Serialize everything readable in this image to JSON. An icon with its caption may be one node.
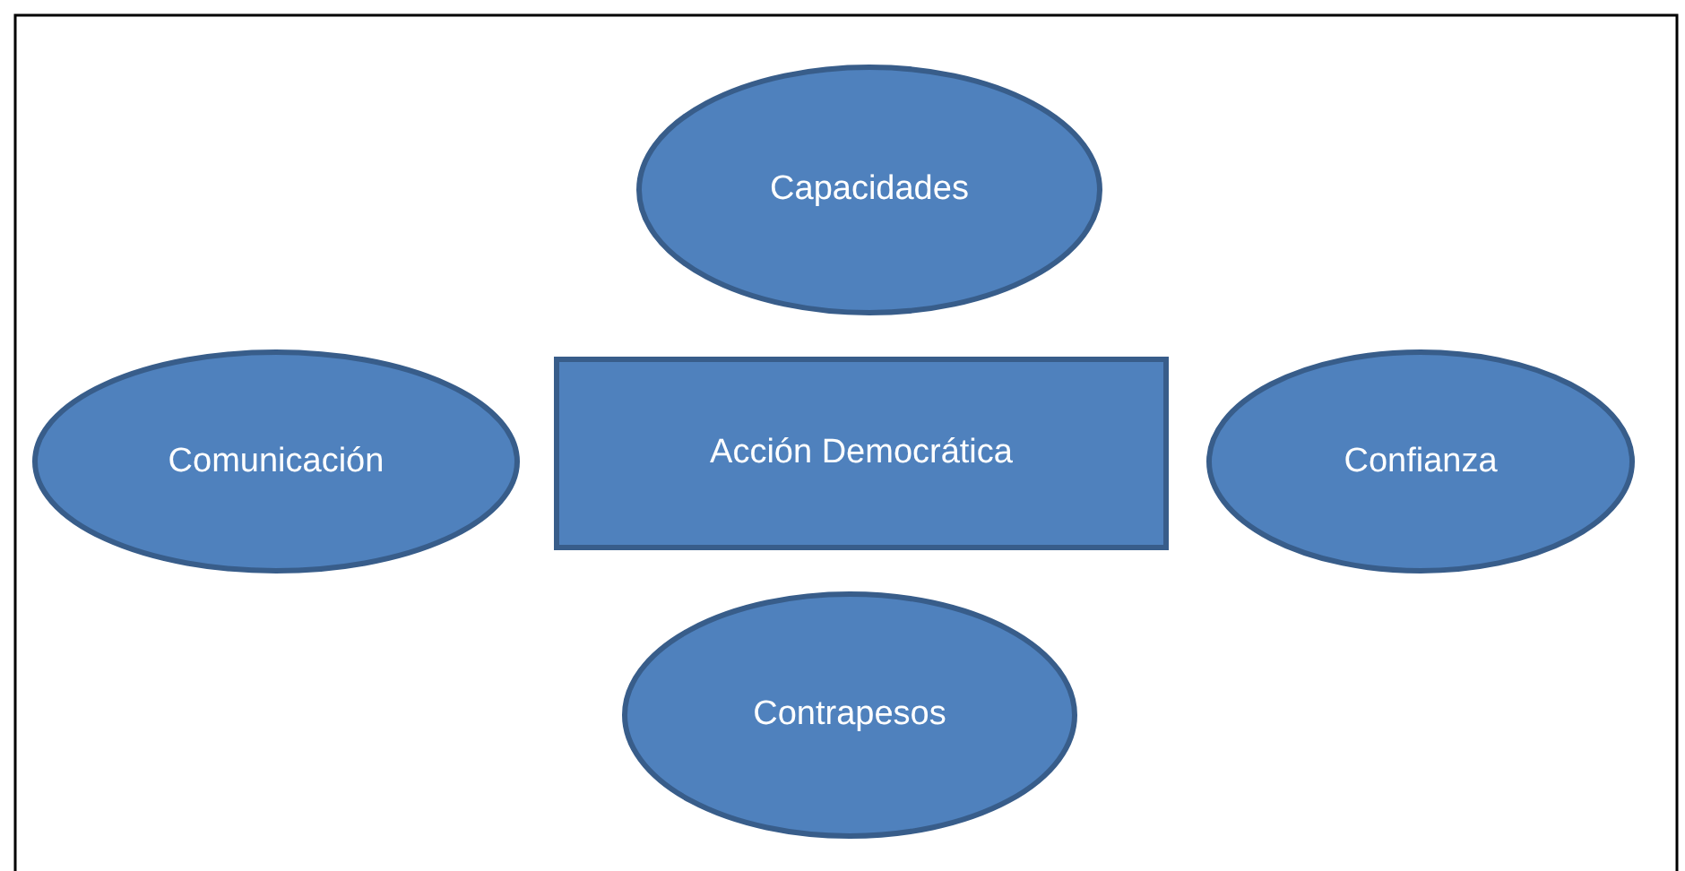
{
  "diagram": {
    "nodes": [
      {
        "text": [
          "Capacidades"
        ]
      },
      {
        "text": [
          "Comunicación"
        ]
      },
      {
        "text": [
          "Acción Democrática"
        ]
      },
      {
        "text": [
          "Confianza"
        ]
      },
      {
        "text": [
          "Contrapesos"
        ]
      }
    ]
  }
}
